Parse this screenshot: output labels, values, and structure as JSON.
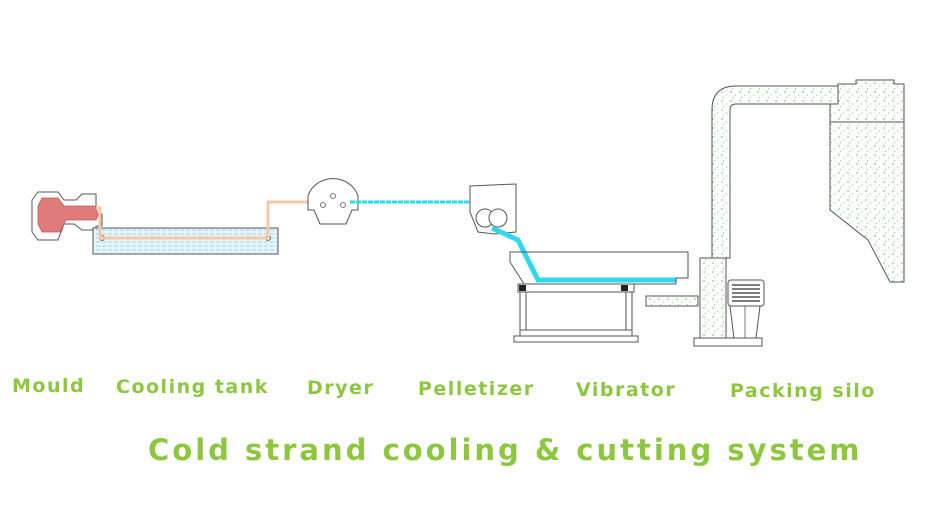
{
  "colors": {
    "label": "#8dc63f",
    "hot_strand": "#f5c9a8",
    "cold_strand": "#2fd8f0",
    "water": "#a8d8f0",
    "mould": "#e07b7b",
    "granules": "#7cd67c",
    "outline": "#555555"
  },
  "stations": [
    {
      "name": "mould",
      "label": "Mould"
    },
    {
      "name": "cooling-tank",
      "label": "Cooling tank"
    },
    {
      "name": "dryer",
      "label": "Dryer"
    },
    {
      "name": "pelletizer",
      "label": "Pelletizer"
    },
    {
      "name": "vibrator",
      "label": "Vibrator"
    },
    {
      "name": "packing-silo",
      "label": "Packing silo"
    }
  ],
  "title": "Cold strand cooling & cutting system"
}
